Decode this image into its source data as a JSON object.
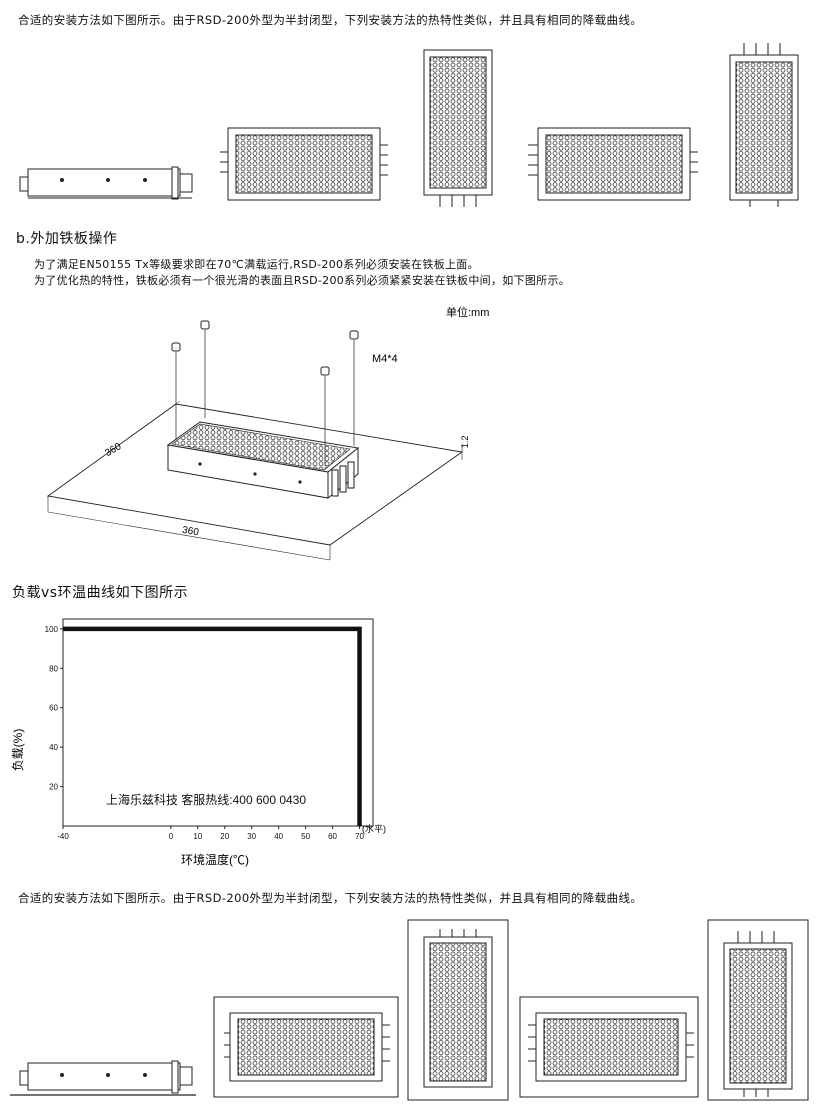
{
  "intro_text": "合适的安装方法如下图所示。由于RSD-200外型为半封闭型，下列安装方法的热特性类似，并且具有相同的降载曲线。",
  "section_b": {
    "title": "b.外加铁板操作",
    "line1": "为了满足EN50155 Tx等级要求即在70℃满载运行,RSD-200系列必须安装在铁板上面。",
    "line2": "为了优化热的特性，铁板必须有一个很光滑的表面且RSD-200系列必须紧紧安装在铁板中间，如下图所示。"
  },
  "diagram": {
    "unit": "单位:mm",
    "screw": "M4*4",
    "dim_width": "360",
    "dim_depth": "360",
    "dim_thickness": "1.2"
  },
  "chart_title": "负载vs环温曲线如下图所示",
  "chart_data": {
    "type": "line",
    "ylabel": "负载(%)",
    "xlabel": "环境温度(℃)",
    "x_note": "(水平)",
    "x_ticks": [
      "-40",
      "0",
      "10",
      "20",
      "30",
      "40",
      "50",
      "60",
      "70"
    ],
    "y_ticks": [
      "20",
      "40",
      "60",
      "80",
      "100"
    ],
    "xlim": [
      -40,
      75
    ],
    "ylim": [
      0,
      105
    ],
    "series": [
      {
        "x": [
          -40,
          70,
          70
        ],
        "y": [
          100,
          100,
          0
        ]
      }
    ],
    "watermark": "上海乐兹科技 客服热线:400 600 0430"
  },
  "intro_text_repeat": "合适的安装方法如下图所示。由于RSD-200外型为半封闭型，下列安装方法的热特性类似，并且具有相同的降载曲线。"
}
